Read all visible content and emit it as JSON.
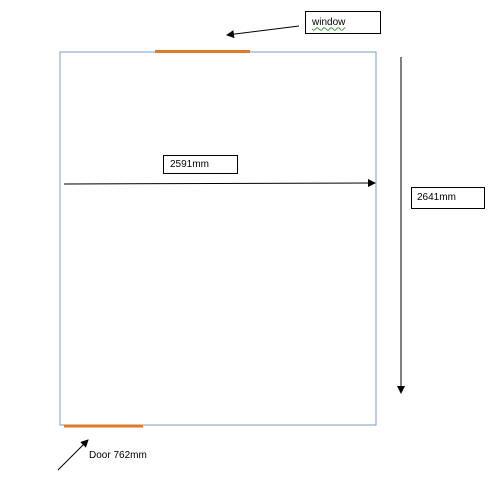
{
  "labels": {
    "window": "window",
    "width": "2591mm",
    "height": "2641mm",
    "door": "Door 762mm"
  },
  "colors": {
    "wall": "#7e98c8",
    "opening": "#e07a2a",
    "arrow": "#000000",
    "spellcheck_underline": "#3a9a3a"
  }
}
